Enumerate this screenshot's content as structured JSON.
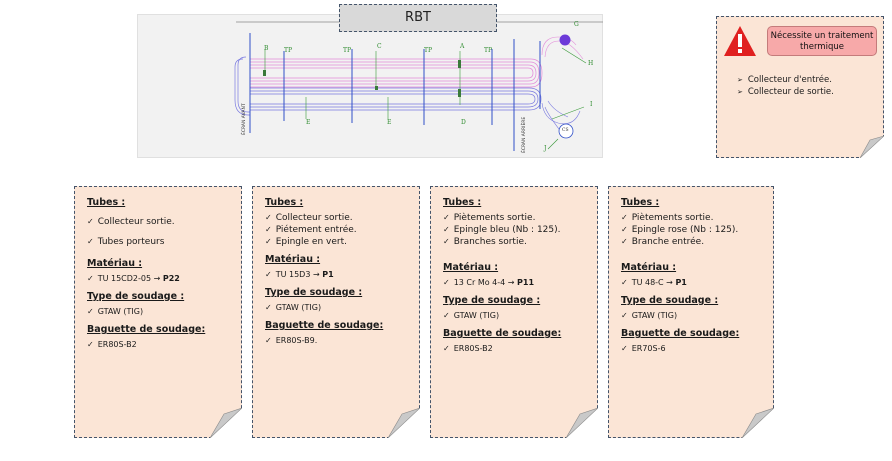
{
  "title": "RBT",
  "diagram": {
    "labels": [
      "B",
      "TP",
      "TP",
      "C",
      "TP",
      "A",
      "TP",
      "G",
      "H",
      "I",
      "E",
      "E",
      "D",
      "CS",
      "J"
    ],
    "side_left": "ÉCRAN AVANT",
    "side_right": "ÉCRAN ARRIÈRE"
  },
  "warning": {
    "tag": "Nécessite un traitement thermique",
    "items": [
      "Collecteur d'entrée.",
      "Collecteur de sortie."
    ]
  },
  "headings": {
    "tubes": "Tubes :",
    "materiau": "Matériau :",
    "soudage": "Type de soudage :",
    "baguette": "Baguette de soudage:"
  },
  "cards": [
    {
      "tubes": [
        "Collecteur sortie.",
        "Tubes porteurs"
      ],
      "material_pre": "TU 15CD2-05 → ",
      "material_grade": "P22",
      "welding": "GTAW (TIG)",
      "rod": "ER80S-B2"
    },
    {
      "tubes": [
        "Collecteur sortie.",
        "Piétement entrée.",
        "Epingle en vert."
      ],
      "material_pre": "TU 15D3 → ",
      "material_grade": "P1",
      "welding": "GTAW (TIG)",
      "rod": "ER80S-B9."
    },
    {
      "tubes": [
        "Piètements sortie.",
        "Epingle bleu (Nb : 125).",
        "Branches sortie."
      ],
      "material_pre": "13 Cr Mo 4-4 → ",
      "material_grade": "P11",
      "welding": "GTAW (TIG)",
      "rod": "ER80S-B2"
    },
    {
      "tubes": [
        "Piètements sortie.",
        "Epingle rose (Nb : 125).",
        "Branche entrée."
      ],
      "material_pre": "TU 48-C → ",
      "material_grade": "P1",
      "welding": "GTAW (TIG)",
      "rod": "ER70S-6"
    }
  ]
}
